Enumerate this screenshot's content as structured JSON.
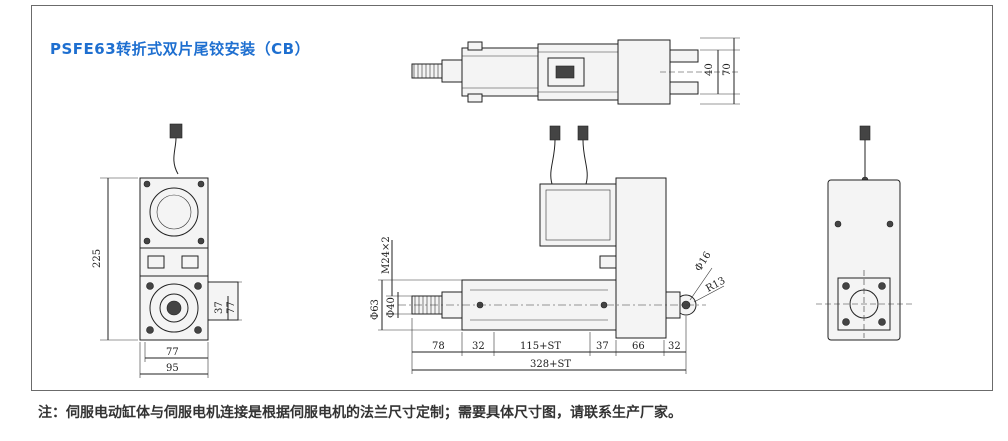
{
  "title": "PSFE63转折式双片尾铰安装（CB）",
  "note": "注：伺服电动缸体与伺服电机连接是根据伺服电机的法兰尺寸定制；需要具体尺寸图，请联系生产厂家。",
  "dimensions": {
    "top_view": {
      "d40": "40",
      "d70": "70"
    },
    "left_view": {
      "h225": "225",
      "h37": "37",
      "h77": "77",
      "w77": "77",
      "w95": "95"
    },
    "front_view": {
      "thread": "M24×2",
      "dia_rod": "Φ40",
      "dia_body": "Φ63",
      "hole": "Φ16",
      "radius": "R13",
      "s78": "78",
      "s32a": "32",
      "s115": "115+ST",
      "s37": "37",
      "s66": "66",
      "s32b": "32",
      "total": "328+ST"
    }
  },
  "colors": {
    "title": "#1e6fd0",
    "frame": "#6b6b6b",
    "line": "#222222"
  }
}
